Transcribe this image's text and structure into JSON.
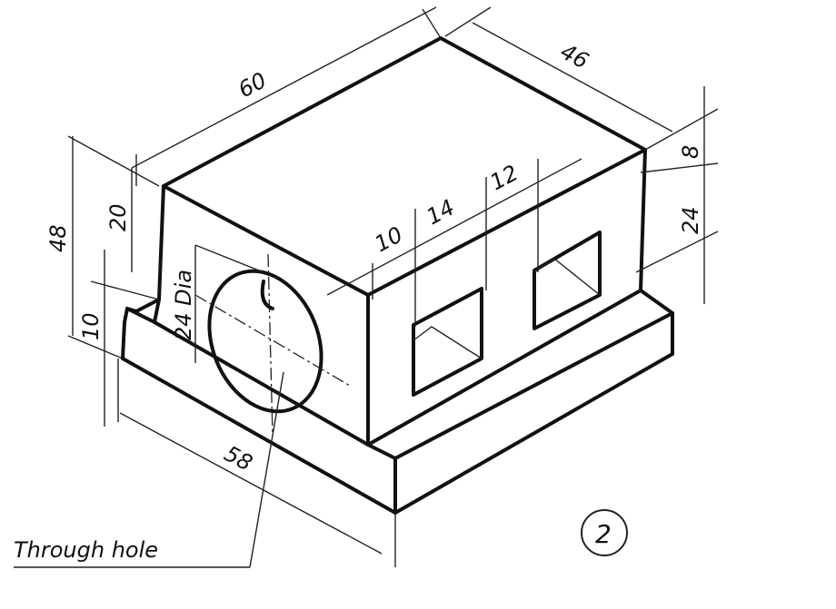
{
  "drawing": {
    "dimensions": {
      "length_top": "60",
      "width_top": "46",
      "right_top": "8",
      "right_window_height": "24",
      "window_width": "12",
      "window_gap": "14",
      "window_offset": "10",
      "left_upper": "20",
      "overall_height": "48",
      "base_height": "10",
      "hole_diameter": "24 Dia",
      "base_length": "58"
    },
    "note": "Through hole",
    "figure_number": "2"
  }
}
